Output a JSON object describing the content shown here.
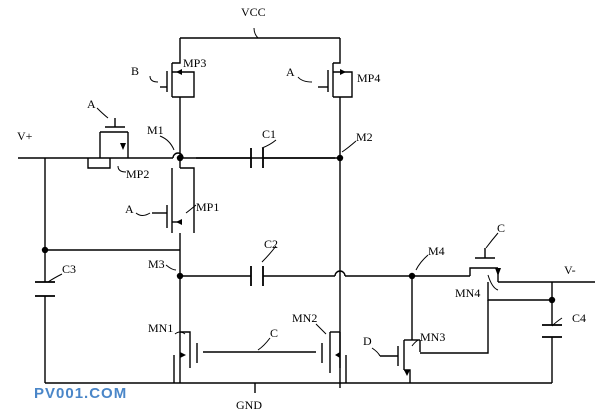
{
  "rails": {
    "vcc": "VCC",
    "gnd": "GND"
  },
  "terminals": {
    "v_plus": "V+",
    "v_minus": "V-"
  },
  "nodes": {
    "m1": "M1",
    "m2": "M2",
    "m3": "M3",
    "m4": "M4"
  },
  "transistors": {
    "mp1": "MP1",
    "mp2": "MP2",
    "mp3": "MP3",
    "mp4": "MP4",
    "mn1": "MN1",
    "mn2": "MN2",
    "mn3": "MN3",
    "mn4": "MN4"
  },
  "capacitors": {
    "c1": "C1",
    "c2": "C2",
    "c3": "C3",
    "c4": "C4"
  },
  "gate_signals": {
    "mp3_gate": "B",
    "mp4_gate": "A",
    "mp2_gate": "A",
    "mp1_gate": "A",
    "mn1_mn2_gate": "C",
    "mn3_gate": "D",
    "mn4_gate": "C"
  },
  "watermark": "PV001.COM"
}
